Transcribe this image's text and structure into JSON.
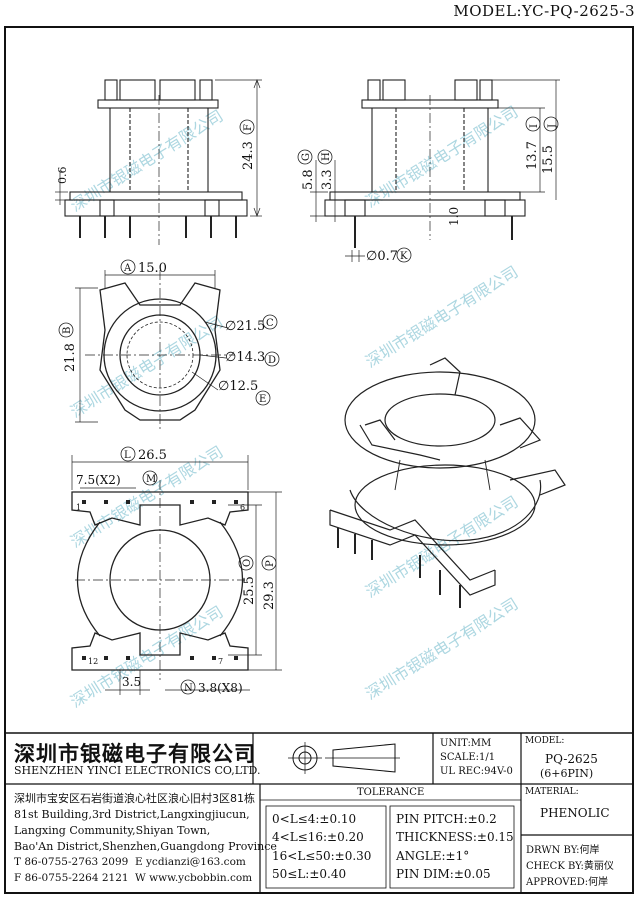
{
  "model": "MODEL:YC-PQ-2625-3",
  "dims": {
    "F": "24.3",
    "F_letter": "F",
    "dim_0_6": "0.6",
    "G": "5.8",
    "G_letter": "G",
    "H": "3.3",
    "H_letter": "H",
    "I": "13.7",
    "I_letter": "I",
    "J": "15.5",
    "J_letter": "J",
    "dim_1_0": "1.0",
    "K": "∅0.7",
    "K_letter": "K",
    "A": "15.0",
    "A_letter": "A",
    "B": "21.8",
    "B_letter": "B",
    "C": "∅21.5",
    "C_letter": "C",
    "D": "∅14.3",
    "D_letter": "D",
    "E": "∅12.5",
    "E_letter": "E",
    "L": "26.5",
    "L_letter": "L",
    "M": "7.5(X2)",
    "M_letter": "M",
    "O": "25.5",
    "O_letter": "O",
    "P": "29.3",
    "P_letter": "P",
    "dim_3_5": "3.5",
    "N": "3.8(X8)",
    "N_letter": "N",
    "pin_1": "1",
    "pin_6": "6",
    "pin_12": "12",
    "pin_7": "7"
  },
  "watermark": "深圳市银磁电子有限公司",
  "company": {
    "name_cn": "深圳市银磁电子有限公司",
    "name_en": "SHENZHEN YINCI ELECTRONICS CO,LTD.",
    "address": [
      "深圳市宝安区石岩街道浪心社区浪心旧村3区81栋",
      "81st Building,3rd District,Langxingjiucun,",
      "Langxing Community,Shiyan Town,",
      "Bao'An District,Shenzhen,Guangdong Province"
    ],
    "tel": "T 86-0755-2763 2099",
    "email": "E ycdianzi@163.com",
    "fax": "F 86-0755-2264 2121",
    "web": "W www.ycbobbin.com"
  },
  "info": {
    "unit": "UNIT:MM",
    "scale": "SCALE:1/1",
    "ul": "UL REC:94V-0"
  },
  "model_box": {
    "label": "MODEL:",
    "value": "PQ-2625",
    "pins": "(6+6PIN)"
  },
  "material_box": {
    "label": "MATERIAL:",
    "value": "PHENOLIC"
  },
  "tolerance": {
    "title": "TOLERANCE",
    "left": [
      "0<L≤4:±0.10",
      "4<L≤16:±0.20",
      "16<L≤50:±0.30",
      "50≤L:±0.40"
    ],
    "right": [
      "PIN PITCH:±0.2",
      "THICKNESS:±0.15",
      "ANGLE:±1°",
      "PIN DIM:±0.05"
    ]
  },
  "signoff": {
    "drawn": "DRWN BY:何岸",
    "check": "CHECK BY:黄丽仪",
    "approved": "APPROVED:何岸"
  }
}
